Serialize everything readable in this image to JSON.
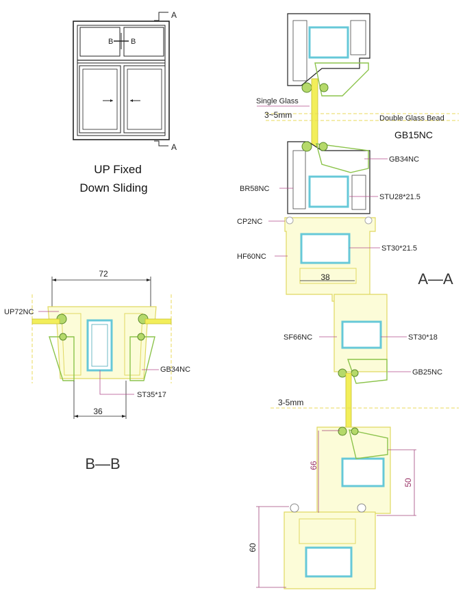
{
  "caption": {
    "line1": "UP Fixed",
    "line2": "Down Sliding"
  },
  "elevation": {
    "section_top": "A",
    "section_bottom": "A",
    "section_bb": "B—B"
  },
  "bb": {
    "title": "B—B",
    "dim_width": "72",
    "dim_inner": "36",
    "labels": {
      "frame": "UP72NC",
      "bead": "GB34NC",
      "steel": "ST35*17"
    }
  },
  "aa": {
    "title": "A—A",
    "single_glass": "Single Glass",
    "gap_top": "3~5mm",
    "double_glass_bead": "Double Glass Bead",
    "bead_code": "GB15NC",
    "gap_mid": "3-5mm",
    "dim_38": "38",
    "dim_66": "66",
    "dim_50": "50",
    "dim_60": "60",
    "labels": {
      "gb34": "GB34NC",
      "br58": "BR58NC",
      "stu28": "STU28*21.5",
      "cp2": "CP2NC",
      "st30_215": "ST30*21.5",
      "hf60": "HF60NC",
      "sf66": "SF66NC",
      "st30_18": "ST30*18",
      "gb25": "GB25NC"
    }
  },
  "colors": {
    "frame_outline": "#222222",
    "pvc_yellow": "#e8e88a",
    "steel_cyan": "#66c8d8",
    "bead_green": "#8bc34a",
    "glass_yellow": "#f2ee5a",
    "dimension_magenta": "#a0457a",
    "leader": "#b04a8a"
  }
}
